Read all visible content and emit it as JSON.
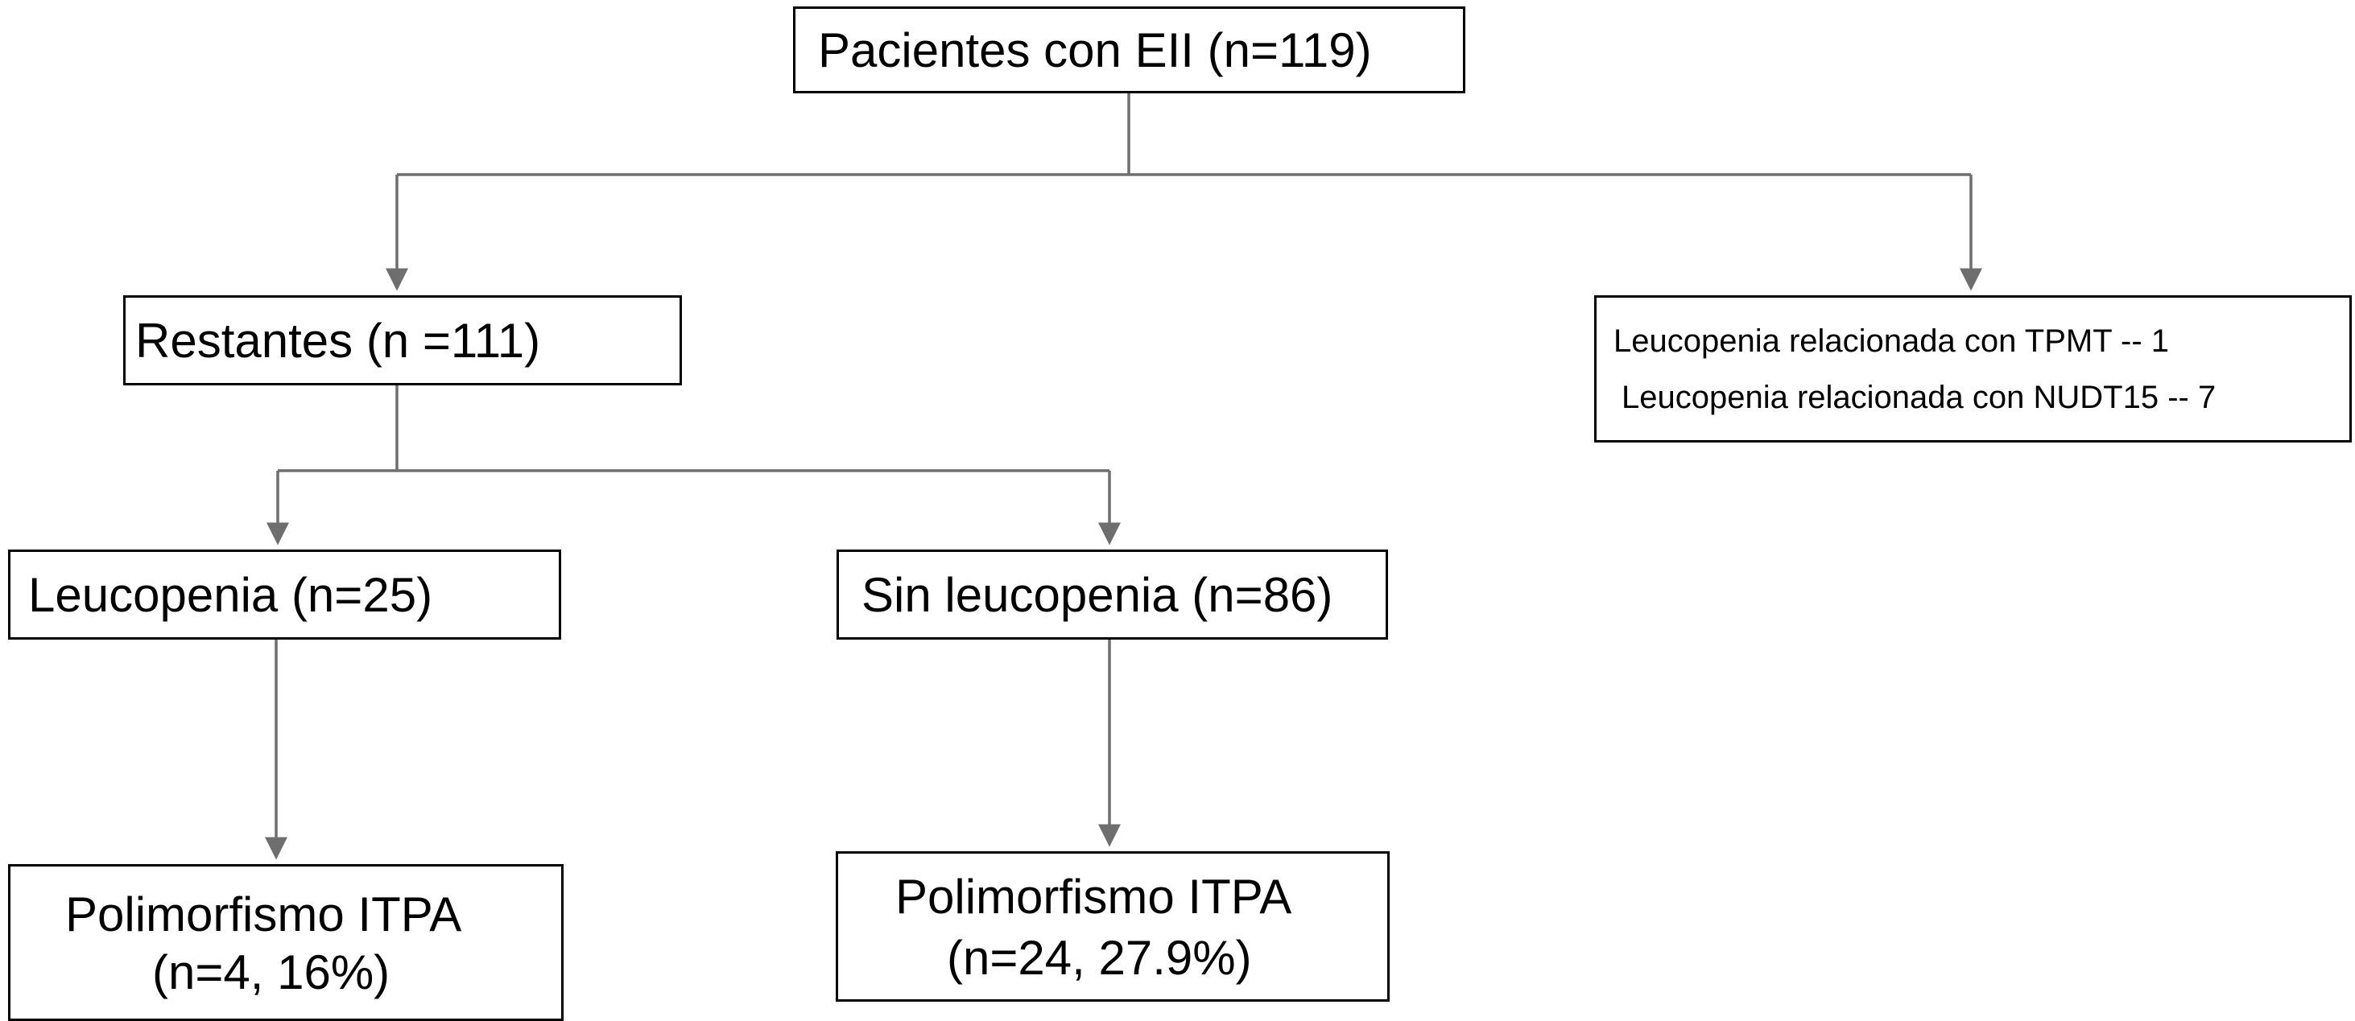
{
  "nodes": {
    "root": {
      "label": "Pacientes con EII (n=119)"
    },
    "restantes": {
      "label": "Restantes (n =111)"
    },
    "excluded": {
      "line1": "Leucopenia relacionada con TPMT -- 1",
      "line2": "Leucopenia relacionada con NUDT15 -- 7"
    },
    "leucopenia": {
      "label": "Leucopenia (n=25)"
    },
    "sin_leucopenia": {
      "label": "Sin leucopenia (n=86)"
    },
    "itpa_left": {
      "line1": "Polimorfismo  ITPA",
      "line2": "(n=4, 16%)"
    },
    "itpa_right": {
      "line1": "Polimorfismo ITPA",
      "line2": "(n=24, 27.9%)"
    }
  },
  "colors": {
    "connector": "#6e6e6e",
    "box_border": "#000000"
  }
}
